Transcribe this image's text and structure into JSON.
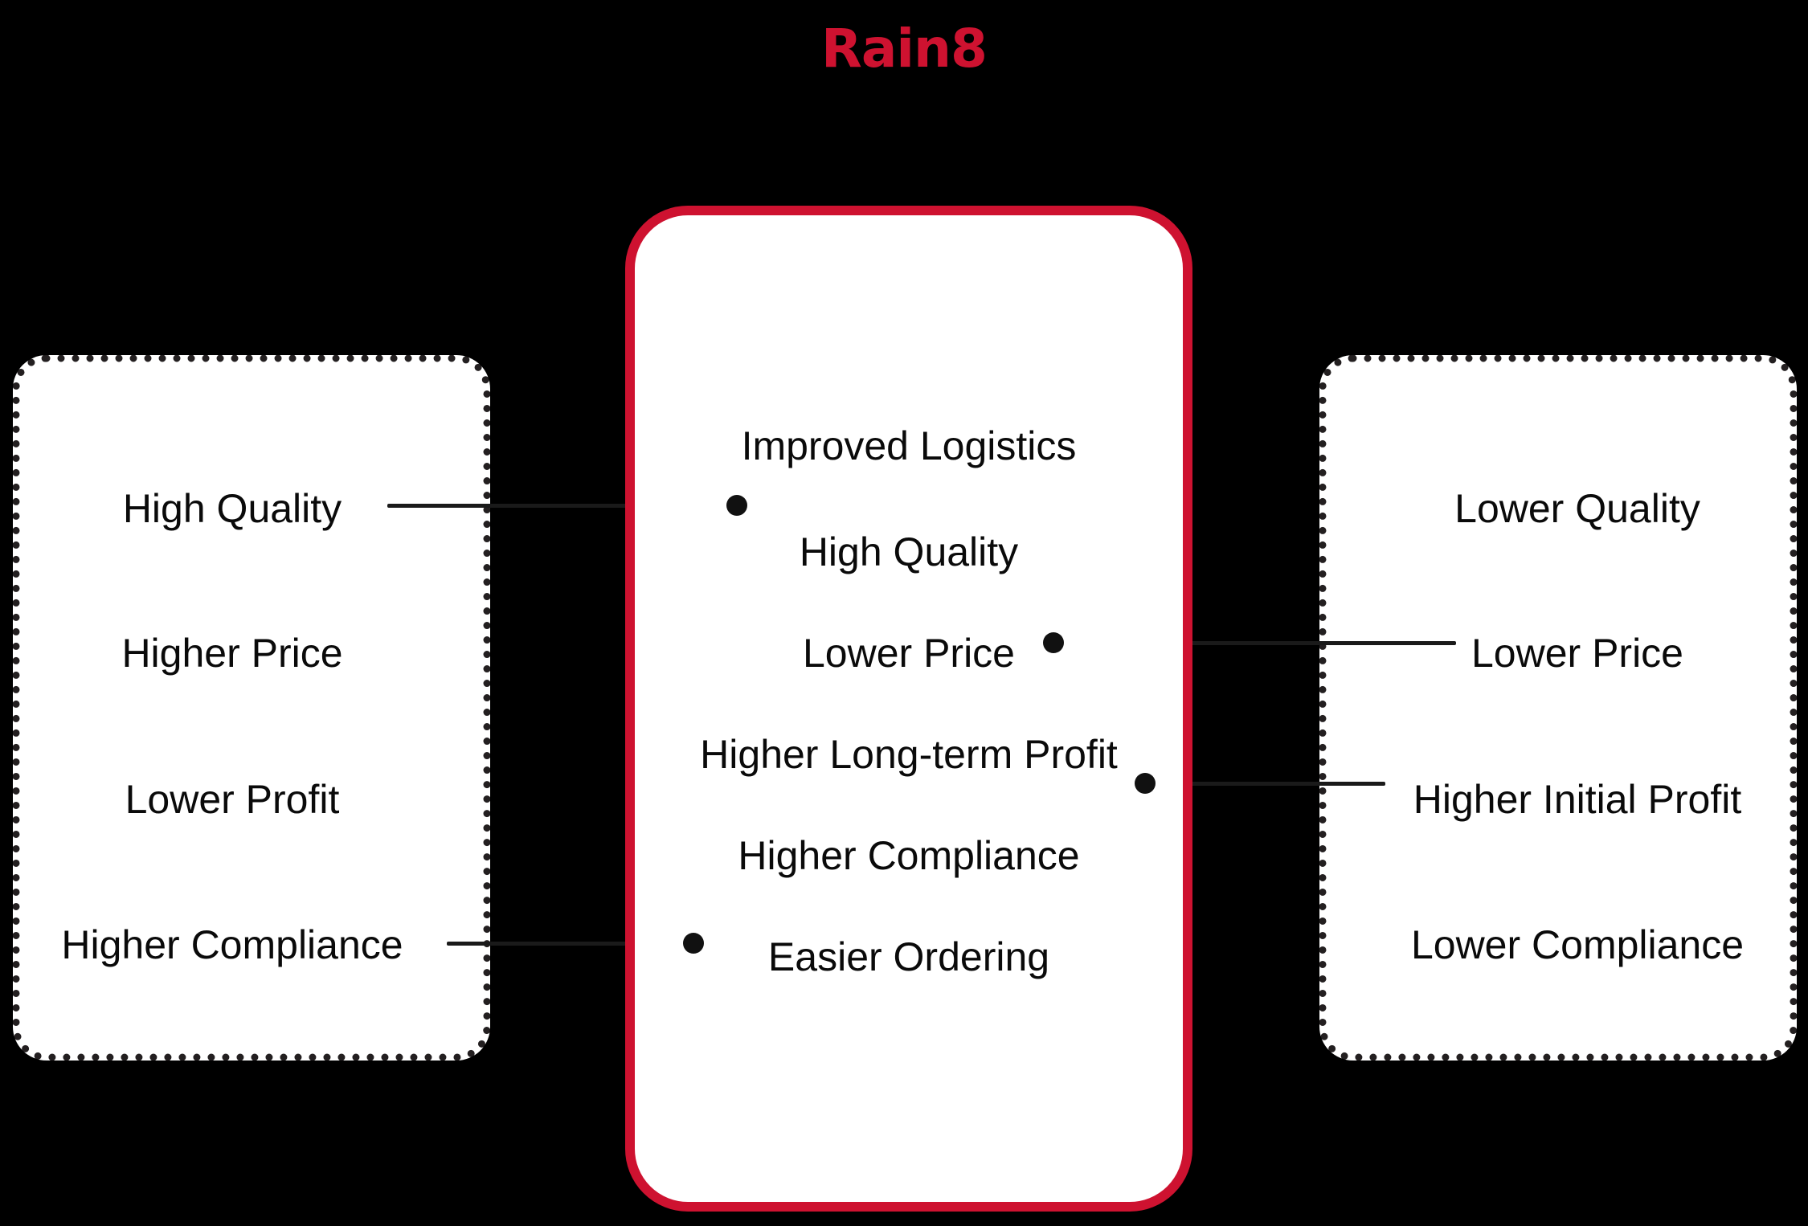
{
  "title": "Rain8",
  "colors": {
    "brand_red": "#CE1230",
    "background": "#000000",
    "panel_fill": "#FFFFFF",
    "dotted_border": "#231F20",
    "text": "#0A0A0A",
    "connector": "#1A1A1A"
  },
  "panels": {
    "left": {
      "name": "left-option",
      "border_style": "dotted",
      "items": [
        {
          "label": "High Quality",
          "connected": true
        },
        {
          "label": "Higher Price",
          "connected": false
        },
        {
          "label": "Lower Profit",
          "connected": false
        },
        {
          "label": "Higher Compliance",
          "connected": true
        }
      ]
    },
    "center": {
      "name": "rain8-option",
      "border_style": "solid-red",
      "items": [
        {
          "label": "Improved Logistics",
          "connected": false,
          "connect_side": "none"
        },
        {
          "label": "High Quality",
          "connected": true,
          "connect_side": "left"
        },
        {
          "label": "Lower Price",
          "connected": true,
          "connect_side": "right"
        },
        {
          "label": "Higher Long-term Profit",
          "connected": true,
          "connect_side": "right"
        },
        {
          "label": "Higher Compliance",
          "connected": true,
          "connect_side": "left"
        },
        {
          "label": "Easier Ordering",
          "connected": false,
          "connect_side": "none"
        }
      ]
    },
    "right": {
      "name": "right-option",
      "border_style": "dotted",
      "items": [
        {
          "label": "Lower Quality",
          "connected": false
        },
        {
          "label": "Lower Price",
          "connected": true
        },
        {
          "label": "Higher Initial Profit",
          "connected": true
        },
        {
          "label": "Lower Compliance",
          "connected": false
        }
      ]
    }
  },
  "connectors": [
    {
      "name": "connector-high-quality",
      "from": "left.High Quality",
      "to": "center.High Quality"
    },
    {
      "name": "connector-higher-compliance",
      "from": "left.Higher Compliance",
      "to": "center.Higher Compliance"
    },
    {
      "name": "connector-lower-price",
      "from": "center.Lower Price",
      "to": "right.Lower Price"
    },
    {
      "name": "connector-profit",
      "from": "center.Higher Long-term Profit",
      "to": "right.Higher Initial Profit"
    }
  ]
}
